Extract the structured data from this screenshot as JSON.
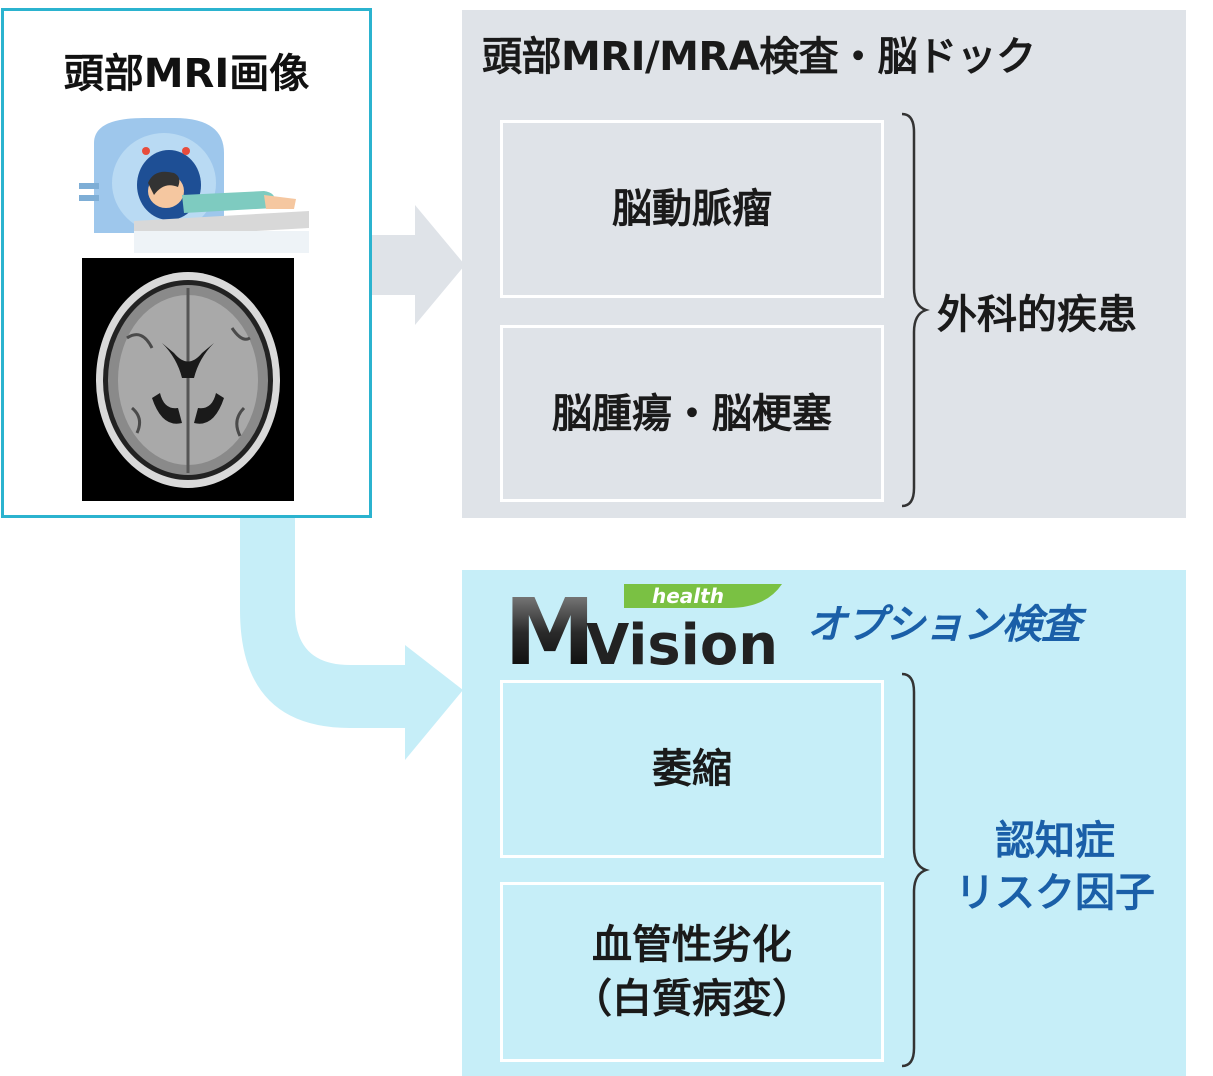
{
  "source": {
    "title": "頭部MRI画像"
  },
  "exam": {
    "title": "頭部MRI/MRA検査・脳ドック",
    "items": [
      "脳動脈瘤",
      "脳腫瘍・脳梗塞"
    ],
    "group_label": "外科的疾患"
  },
  "option": {
    "logo": {
      "small_text": "health",
      "main_letter": "M",
      "main_text": "Vision"
    },
    "title": "オプション検査",
    "items": [
      {
        "line1": "萎縮",
        "line2": ""
      },
      {
        "line1": "血管性劣化",
        "line2": "（白質病変）"
      }
    ],
    "group_label_line1": "認知症",
    "group_label_line2": "リスク因子"
  },
  "colors": {
    "source_border": "#2bb3cf",
    "exam_panel": "#dfe3e8",
    "option_panel": "#c6eef8",
    "option_text": "#1a5fa8",
    "logo_green": "#7ac143",
    "arrow_gray": "#dfe3e8",
    "arrow_blue": "#c6eef8"
  }
}
